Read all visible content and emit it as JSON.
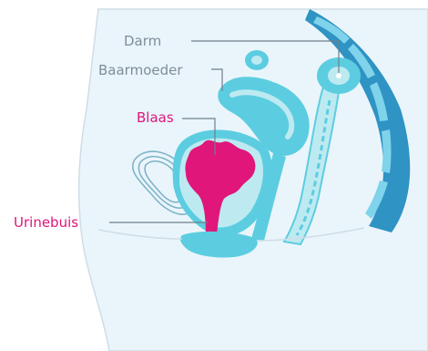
{
  "colors": {
    "body_fill": "#eaf5fb",
    "body_outline": "#cfdde6",
    "organ_fill": "#5ccde0",
    "organ_dark": "#2f93c4",
    "organ_light": "#bdeaf1",
    "bladder": "#e0167a",
    "leader_gray": "#6f7f8a",
    "label_gray": "#7f8d98",
    "label_pink": "#e0167a"
  },
  "labels": {
    "darm": "Darm",
    "baarmoeder": "Baarmoeder",
    "blaas": "Blaas",
    "urinebuis": "Urinebuis"
  }
}
